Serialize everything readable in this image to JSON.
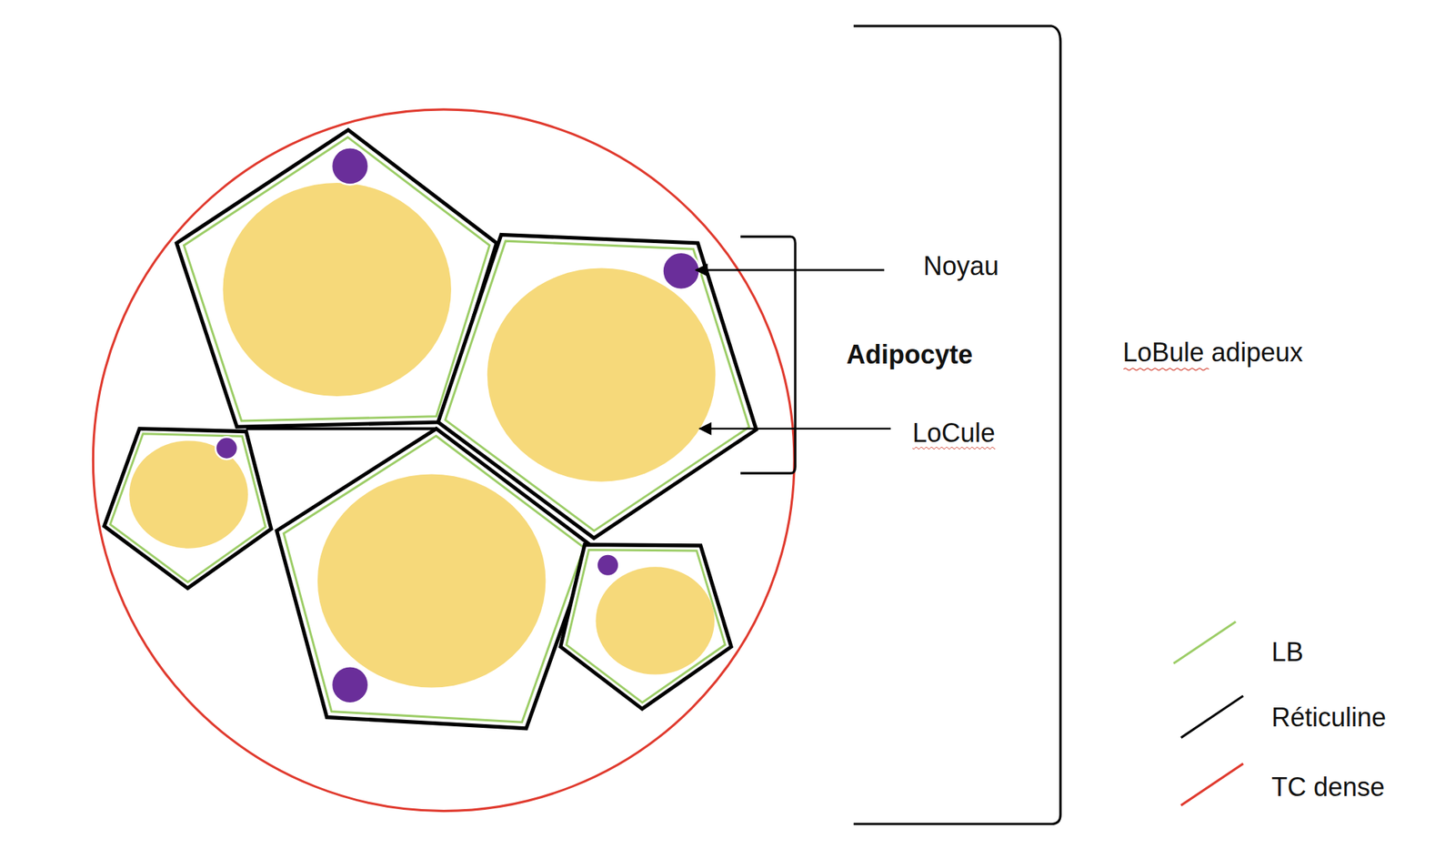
{
  "diagram": {
    "labels": [
      "Noyau",
      "Adipocyte",
      "LoCule",
      "LoBule adipeux"
    ],
    "legend": [
      {
        "text": "LB"
      },
      {
        "text": "Réticuline"
      },
      {
        "text": "TC dense"
      }
    ]
  }
}
